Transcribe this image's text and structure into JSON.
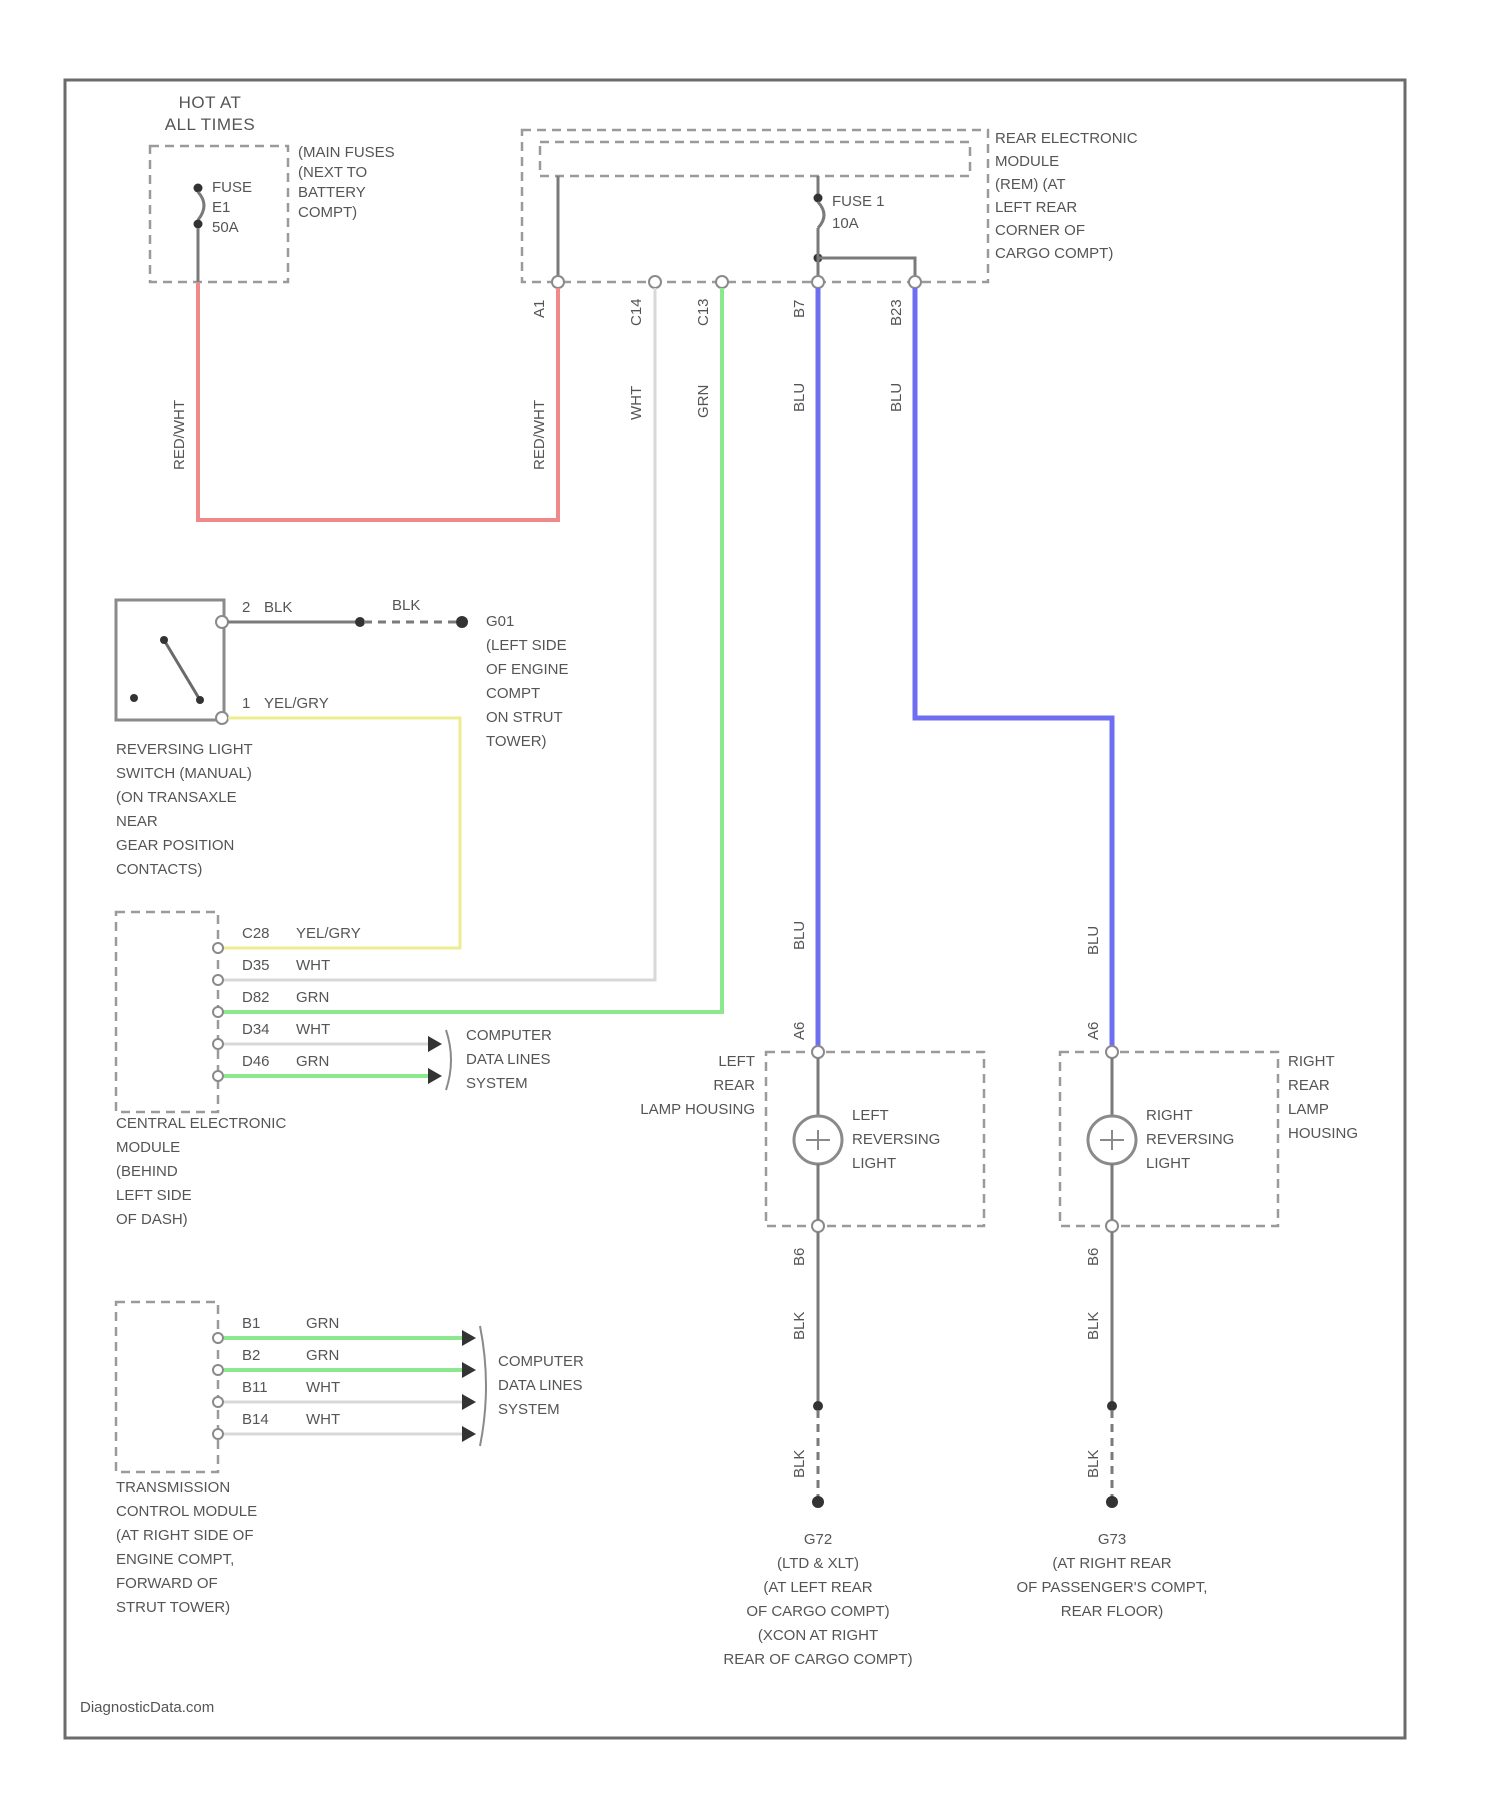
{
  "power": {
    "hot_label": [
      "HOT AT",
      "ALL TIMES"
    ],
    "main_fuses_label": [
      "(MAIN FUSES",
      "(NEXT TO",
      "BATTERY",
      "COMPT)"
    ],
    "fuse_label": [
      "FUSE",
      "E1",
      "50A"
    ]
  },
  "rem": {
    "label": [
      "REAR ELECTRONIC",
      "MODULE",
      "(REM) (AT",
      "LEFT REAR",
      "CORNER OF",
      "CARGO COMPT)"
    ],
    "fuse_label": [
      "FUSE 1",
      "10A"
    ],
    "pins": [
      "A1",
      "C14",
      "C13",
      "B7",
      "B23"
    ]
  },
  "wire_colors": {
    "red_wht": "RED/WHT",
    "wht": "WHT",
    "grn": "GRN",
    "blu": "BLU",
    "blk": "BLK",
    "yel_gry": "YEL/GRY"
  },
  "switch": {
    "pin2": "2",
    "pin1": "1",
    "label": [
      "REVERSING LIGHT",
      "SWITCH (MANUAL)",
      "(ON TRANSAXLE",
      "NEAR",
      "GEAR POSITION",
      "CONTACTS)"
    ]
  },
  "ground_g01": {
    "label": [
      "G01",
      "(LEFT SIDE",
      "OF ENGINE",
      "COMPT",
      "ON STRUT",
      "TOWER)"
    ]
  },
  "cem": {
    "pins": [
      "C28",
      "D35",
      "D82",
      "D34",
      "D46"
    ],
    "colors": [
      "YEL/GRY",
      "WHT",
      "GRN",
      "WHT",
      "GRN"
    ],
    "computer_data_label": [
      "COMPUTER",
      "DATA LINES",
      "SYSTEM"
    ],
    "label": [
      "CENTRAL ELECTRONIC",
      "MODULE",
      "(BEHIND",
      "LEFT SIDE",
      "OF DASH)"
    ]
  },
  "tcm": {
    "pins": [
      "B1",
      "B2",
      "B11",
      "B14"
    ],
    "colors": [
      "GRN",
      "GRN",
      "WHT",
      "WHT"
    ],
    "computer_data_label": [
      "COMPUTER",
      "DATA LINES",
      "SYSTEM"
    ],
    "label": [
      "TRANSMISSION",
      "CONTROL MODULE",
      "(AT RIGHT SIDE OF",
      "ENGINE COMPT,",
      "FORWARD OF",
      "STRUT TOWER)"
    ]
  },
  "left_lamp": {
    "pin_a": "A6",
    "pin_b": "B6",
    "housing_label": [
      "LEFT",
      "REAR",
      "LAMP HOUSING"
    ],
    "light_label": [
      "LEFT",
      "REVERSING",
      "LIGHT"
    ]
  },
  "right_lamp": {
    "pin_a": "A6",
    "pin_b": "B6",
    "housing_label": [
      "RIGHT",
      "REAR",
      "LAMP",
      "HOUSING"
    ],
    "light_label": [
      "RIGHT",
      "REVERSING",
      "LIGHT"
    ]
  },
  "ground_g72": {
    "label": [
      "G72",
      "(LTD & XLT)",
      "(AT LEFT REAR",
      "OF CARGO COMPT)",
      "(XCON AT RIGHT",
      "REAR OF CARGO COMPT)"
    ]
  },
  "ground_g73": {
    "label": [
      "G73",
      "(AT RIGHT REAR",
      "OF PASSENGER'S COMPT,",
      "REAR FLOOR)"
    ]
  },
  "watermark": "DiagnosticData.com"
}
